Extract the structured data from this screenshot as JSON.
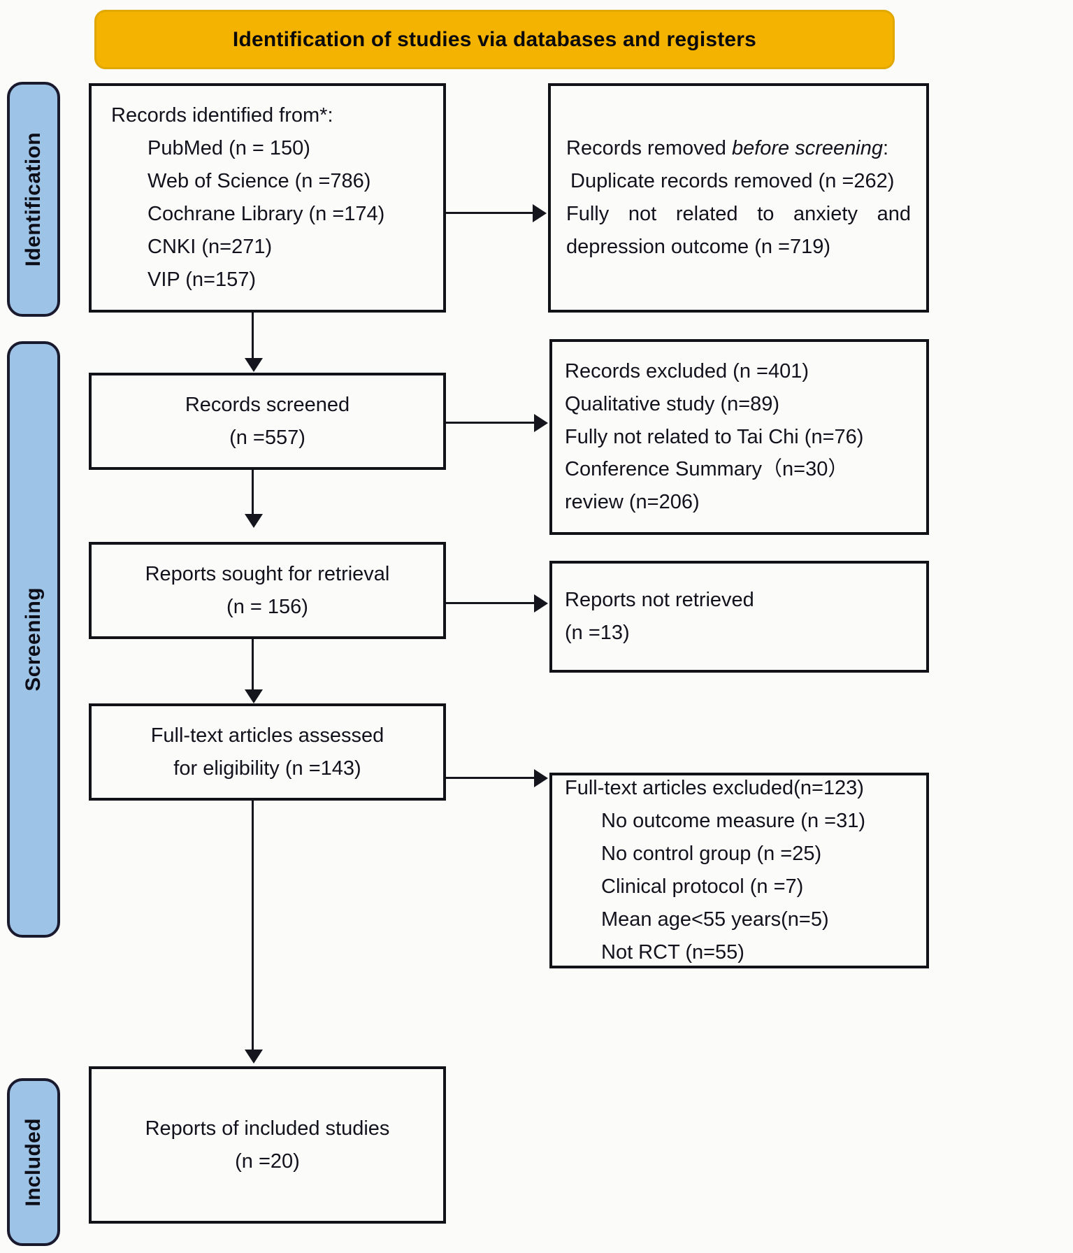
{
  "header": {
    "title": "Identification of studies via databases and registers",
    "bg_color": "#f5b301"
  },
  "stages": [
    {
      "name": "identification",
      "label": "Identification"
    },
    {
      "name": "screening",
      "label": "Screening"
    },
    {
      "name": "included",
      "label": "Included"
    }
  ],
  "stage_color": "#9dc3e6",
  "boxes": {
    "records_identified": {
      "title": "Records identified from*:",
      "sources": [
        "PubMed (n = 150)",
        "Web of Science (n =786)",
        "Cochrane Library (n =174)",
        "CNKI (n=271)",
        "VIP (n=157)"
      ]
    },
    "records_removed": {
      "line1_a": "Records removed ",
      "line1_b": "before screening",
      "line1_c": ":",
      "line2": "Duplicate records removed (n =262)",
      "line3": "Fully not related to anxiety and",
      "line4": "depression outcome (n =719)"
    },
    "records_screened": {
      "line1": "Records screened",
      "line2": "(n =557)"
    },
    "records_excluded": {
      "line1": "Records excluded (n =401)",
      "line2": "Qualitative study (n=89)",
      "line3": "Fully not related to Tai Chi (n=76)",
      "line4": "Conference Summary（n=30）",
      "line5": "review (n=206)"
    },
    "reports_sought": {
      "line1": "Reports sought for retrieval",
      "line2": "(n = 156)"
    },
    "reports_not_retrieved": {
      "line1": "Reports not retrieved",
      "line2": "(n =13)"
    },
    "fulltext_assessed": {
      "line1": "Full-text articles assessed",
      "line2": "for eligibility (n =143)"
    },
    "fulltext_excluded": {
      "title": "Full-text articles excluded(n=123)",
      "reasons": [
        "No outcome measure (n =31)",
        "No control group (n =25)",
        "Clinical protocol (n =7)",
        "Mean age<55 years(n=5)",
        "Not RCT (n=55)"
      ]
    },
    "included_studies": {
      "line1": "Reports of included studies",
      "line2": "(n =20)"
    }
  }
}
